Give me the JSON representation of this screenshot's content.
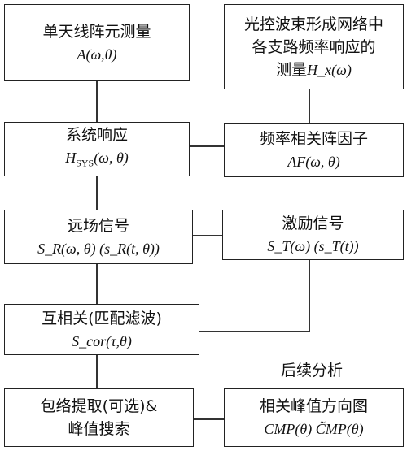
{
  "boxes": {
    "single_element": {
      "title": "单天线阵元测量",
      "formula": "A(ω,θ)"
    },
    "optical_bfn": {
      "line1": "光控波束形成网络中",
      "line2": "各支路频率响应的",
      "line3_prefix": "测量",
      "line3_formula": "H_x(ω)"
    },
    "system_response": {
      "title": "系统响应",
      "formula_sym": "H",
      "formula_sub": "SYS",
      "formula_rest": "(ω, θ)"
    },
    "array_factor": {
      "title": "频率相关阵因子",
      "formula": "AF(ω, θ)"
    },
    "far_field": {
      "title": "远场信号",
      "formula": "S_R(ω, θ) (s_R(t, θ))"
    },
    "excitation": {
      "title": "激励信号",
      "formula": "S_T(ω) (s_T(t))"
    },
    "cross_corr": {
      "title": "互相关(匹配滤波)",
      "formula": "S_cor(τ,θ)"
    },
    "envelope": {
      "line1": "包络提取(可选)&",
      "line2": "峰值搜索"
    },
    "cmp": {
      "title": "相关峰值方向图",
      "formula": "CMP(θ) C̃MP(θ)"
    }
  },
  "labels": {
    "subsequent": "后续分析"
  }
}
